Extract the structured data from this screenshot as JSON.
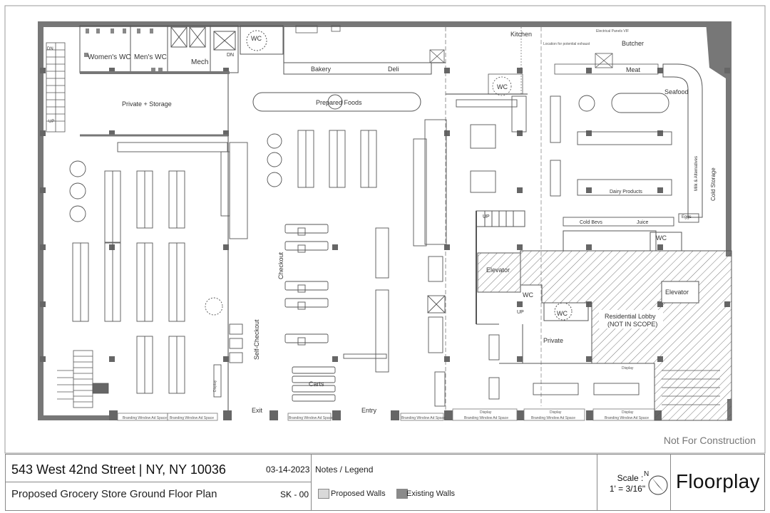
{
  "rooms": {
    "womens_wc": "Women's WC",
    "mens_wc": "Men's WC",
    "mech": "Mech",
    "wc": "WC",
    "dn": "DN",
    "up": "UP",
    "private_storage": "Private + Storage",
    "bakery": "Bakery",
    "deli": "Deli",
    "prepared_foods": "Prepared Foods",
    "kitchen": "Kitchen",
    "butcher": "Butcher",
    "meat": "Meat",
    "seafood": "Seafood",
    "milk_alt": "Milk & Alternatives",
    "cold_storage": "Cold Storage",
    "dairy": "Dairy Products",
    "cold_bevs": "Cold Bevs",
    "juice": "Juice",
    "eggs": "Eggs",
    "elevator": "Elevator",
    "private": "Private",
    "residential_lobby": "Residential Lobby",
    "not_in_scope": "(NOT IN SCOPE)",
    "checkout": "Checkout",
    "self_checkout": "Self-Checkout",
    "carts": "Carts",
    "exit": "Exit",
    "entry": "Entry",
    "display": "Display",
    "branding": "Branding Window Ad Space",
    "location_exhaust": "Location for potential exhaust",
    "electrical_panels": "Electrical Panels VIF"
  },
  "stamp": "Not For Construction",
  "title_block": {
    "address": "543 West 42nd Street | NY, NY 10036",
    "date": "03-14-2023",
    "subtitle": "Proposed Grocery Store Ground Floor Plan",
    "sheet_number": "SK - 00",
    "notes_title": "Notes / Legend",
    "legend": [
      {
        "label": "Proposed Walls",
        "color": "#d9d9d9"
      },
      {
        "label": "Existing Walls",
        "color": "#8a8a8a"
      }
    ],
    "scale_label": "Scale :",
    "scale_value": "1' = 3/16\"",
    "north": "N",
    "brand": "Floorplay"
  }
}
